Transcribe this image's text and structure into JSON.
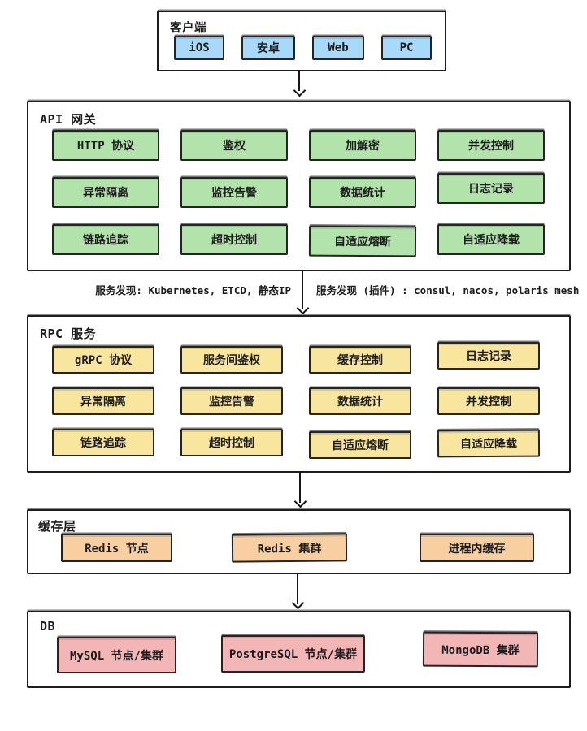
{
  "client": {
    "label": "客户端",
    "nodes": [
      "iOS",
      "安卓",
      "Web",
      "PC"
    ]
  },
  "api_gateway": {
    "label": "API 网关",
    "nodes": [
      "HTTP 协议",
      "鉴权",
      "加解密",
      "并发控制",
      "异常隔离",
      "监控告警",
      "数据统计",
      "日志记录",
      "链路追踪",
      "超时控制",
      "自适应熔断",
      "自适应降载"
    ]
  },
  "service_discovery": {
    "left_label": "服务发现: Kubernetes, ETCD, 静态IP",
    "right_label": "服务发现 (插件) : consul, nacos, polaris mesh"
  },
  "rpc": {
    "label": "RPC 服务",
    "nodes": [
      "gRPC 协议",
      "服务间鉴权",
      "缓存控制",
      "日志记录",
      "异常隔离",
      "监控告警",
      "数据统计",
      "并发控制",
      "链路追踪",
      "超时控制",
      "自适应熔断",
      "自适应降载"
    ]
  },
  "cache": {
    "label": "缓存层",
    "nodes": [
      "Redis 节点",
      "Redis 集群",
      "进程内缓存"
    ]
  },
  "db": {
    "label": "DB",
    "nodes": [
      "MySQL 节点/集群",
      "PostgreSQL 节点/集群",
      "MongoDB 集群"
    ]
  },
  "colors": {
    "client_node": "#a9d9f8",
    "gateway_node": "#b1e3ab",
    "rpc_node": "#f8e69e",
    "cache_node": "#f8cfa0",
    "db_node": "#f3b6b7",
    "border": "#1d1d1d",
    "background": "#ffffff"
  }
}
